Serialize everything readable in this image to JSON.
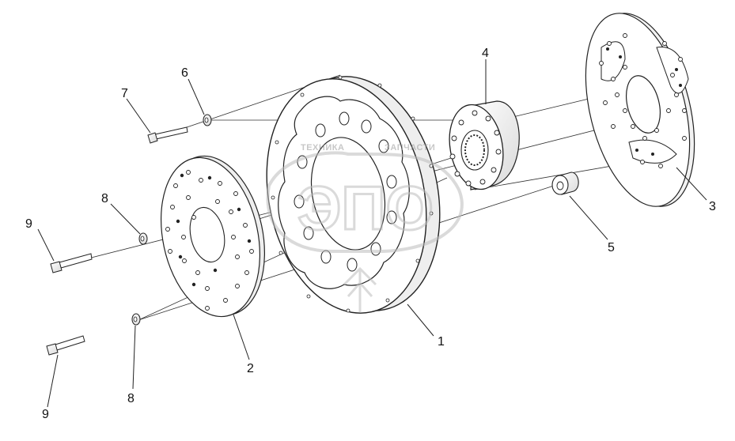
{
  "diagram": {
    "type": "exploded-assembly",
    "callouts": [
      {
        "id": "label-1",
        "text": "1"
      },
      {
        "id": "label-2",
        "text": "2"
      },
      {
        "id": "label-3",
        "text": "3"
      },
      {
        "id": "label-4",
        "text": "4"
      },
      {
        "id": "label-5",
        "text": "5"
      },
      {
        "id": "label-6",
        "text": "6"
      },
      {
        "id": "label-7",
        "text": "7"
      },
      {
        "id": "label-8a",
        "text": "8"
      },
      {
        "id": "label-8b",
        "text": "8"
      },
      {
        "id": "label-9a",
        "text": "9"
      },
      {
        "id": "label-9b",
        "text": "9"
      }
    ]
  },
  "watermark": {
    "text_left": "ТЕХНИКА",
    "text_right": "ЗАПЧАСТИ",
    "logo": "ЭПО"
  },
  "colors": {
    "line": "#222222",
    "part_fill": "#f7f7f7",
    "dark_hole": "#222222",
    "watermark": "#bdbdbd"
  }
}
